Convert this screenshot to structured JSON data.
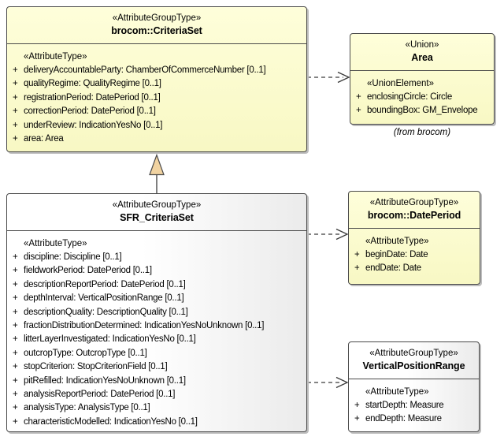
{
  "colors": {
    "node_fill_yellow": "#FBFBCF",
    "node_fill_white": "#FFFFFF",
    "node_border": "#4A4A4A",
    "shadow": "#BDBDBD",
    "generalization_triangle_fill": "#F1D3A1",
    "line": "#3A3A3A"
  },
  "nodes": {
    "criteriaSet": {
      "stereotype": "«AttributeGroupType»",
      "name": "brocom::CriteriaSet",
      "section_label": "«AttributeType»",
      "attributes": [
        {
          "vis": "+",
          "text": "deliveryAccountableParty: ChamberOfCommerceNumber [0..1]"
        },
        {
          "vis": "+",
          "text": "qualityRegime: QualityRegime [0..1]"
        },
        {
          "vis": "+",
          "text": "registrationPeriod: DatePeriod [0..1]"
        },
        {
          "vis": "+",
          "text": "correctionPeriod: DatePeriod [0..1]"
        },
        {
          "vis": "+",
          "text": "underReview: IndicationYesNo [0..1]"
        },
        {
          "vis": "+",
          "text": "area: Area"
        }
      ]
    },
    "area": {
      "stereotype": "«Union»",
      "name": "Area",
      "section_label": "«UnionElement»",
      "attributes": [
        {
          "vis": "+",
          "text": "enclosingCircle: Circle"
        },
        {
          "vis": "+",
          "text": "boundingBox: GM_Envelope"
        }
      ],
      "origin_note": "(from brocom)"
    },
    "sfrCriteriaSet": {
      "stereotype": "«AttributeGroupType»",
      "name": "SFR_CriteriaSet",
      "section_label": "«AttributeType»",
      "attributes": [
        {
          "vis": "+",
          "text": "discipline: Discipline [0..1]"
        },
        {
          "vis": "+",
          "text": "fieldworkPeriod: DatePeriod [0..1]"
        },
        {
          "vis": "+",
          "text": "descriptionReportPeriod: DatePeriod [0..1]"
        },
        {
          "vis": "+",
          "text": "depthInterval: VerticalPositionRange [0..1]"
        },
        {
          "vis": "+",
          "text": "descriptionQuality: DescriptionQuality [0..1]"
        },
        {
          "vis": "+",
          "text": "fractionDistributionDetermined: IndicationYesNoUnknown [0..1]"
        },
        {
          "vis": "+",
          "text": "litterLayerInvestigated: IndicationYesNo [0..1]"
        },
        {
          "vis": "+",
          "text": "outcropType: OutcropType [0..1]"
        },
        {
          "vis": "+",
          "text": "stopCriterion: StopCriterionField [0..1]"
        },
        {
          "vis": "+",
          "text": "pitRefilled: IndicationYesNoUnknown [0..1]"
        },
        {
          "vis": "+",
          "text": "analysisReportPeriod: DatePeriod [0..1]"
        },
        {
          "vis": "+",
          "text": "analysisType: AnalysisType [0..1]"
        },
        {
          "vis": "+",
          "text": "characteristicModelled: IndicationYesNo [0..1]"
        }
      ]
    },
    "datePeriod": {
      "stereotype": "«AttributeGroupType»",
      "name": "brocom::DatePeriod",
      "section_label": "«AttributeType»",
      "attributes": [
        {
          "vis": "+",
          "text": "beginDate: Date"
        },
        {
          "vis": "+",
          "text": "endDate: Date"
        }
      ]
    },
    "verticalPositionRange": {
      "stereotype": "«AttributeGroupType»",
      "name": "VerticalPositionRange",
      "section_label": "«AttributeType»",
      "attributes": [
        {
          "vis": "+",
          "text": "startDepth: Measure"
        },
        {
          "vis": "+",
          "text": "endDepth: Measure"
        }
      ]
    }
  },
  "edges": [
    {
      "type": "generalization",
      "from": "SFR_CriteriaSet",
      "to": "brocom::CriteriaSet"
    },
    {
      "type": "dependency",
      "from": "brocom::CriteriaSet",
      "to": "Area"
    },
    {
      "type": "dependency",
      "from": "SFR_CriteriaSet",
      "to": "brocom::DatePeriod"
    },
    {
      "type": "dependency",
      "from": "SFR_CriteriaSet",
      "to": "VerticalPositionRange"
    }
  ]
}
